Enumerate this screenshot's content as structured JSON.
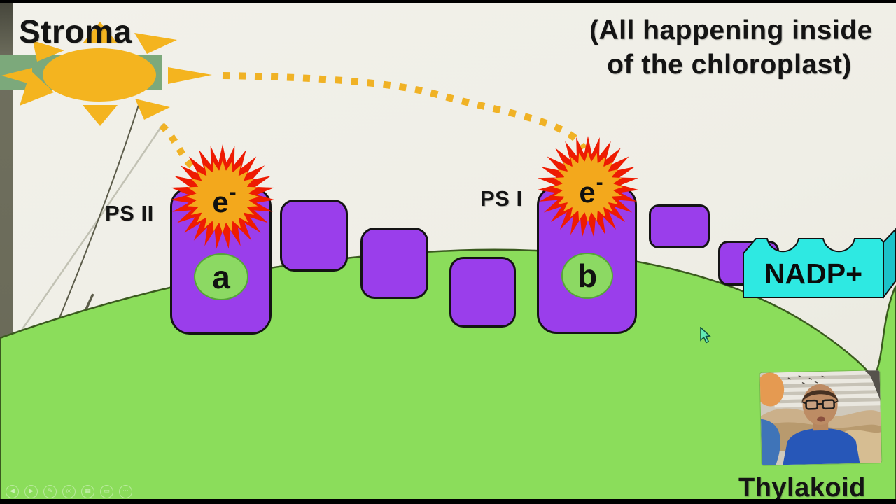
{
  "slide": {
    "stroma_label": "Stroma",
    "chloroplast_note_line1": "(All happening inside",
    "chloroplast_note_line2": "of the chloroplast)",
    "ps2_label": "PS II",
    "ps1_label": "PS I",
    "ps2_electron": {
      "base": "e",
      "sup": "-"
    },
    "ps1_electron": {
      "base": "e",
      "sup": "-"
    },
    "pigment_a_label": "a",
    "pigment_b_label": "b",
    "nadp_label": "NADP+",
    "thylakoid_label": "Thylakoid"
  },
  "colors": {
    "sun_gold": "#f4b41f",
    "electron_trail_gold": "#f0b225",
    "burst_red": "#ee1b02",
    "burst_orange": "#f3a81c",
    "protein_purple": "#9a3eeb",
    "membrane_green": "#8bdd5b",
    "membrane_outline": "#3a5a1e",
    "pigment_green": "#8cd963",
    "nadp_cyan": "#2ee9e2",
    "nadp_cyan_shadow": "#1cc2c9",
    "slide_background": "#efeee6",
    "accent_band_sage": "#7ca97b",
    "sidebar_olive": "#6b6b5a"
  },
  "presenter_toolbar": {
    "icons": [
      {
        "name": "previous-slide",
        "glyph": "◀"
      },
      {
        "name": "next-slide",
        "glyph": "▶"
      },
      {
        "name": "pen-tool",
        "glyph": "✎"
      },
      {
        "name": "laser-pointer",
        "glyph": "◎"
      },
      {
        "name": "show-all-slides",
        "glyph": "▦"
      },
      {
        "name": "zoom-tool",
        "glyph": "▭"
      },
      {
        "name": "more-options",
        "glyph": "⋯"
      }
    ]
  }
}
